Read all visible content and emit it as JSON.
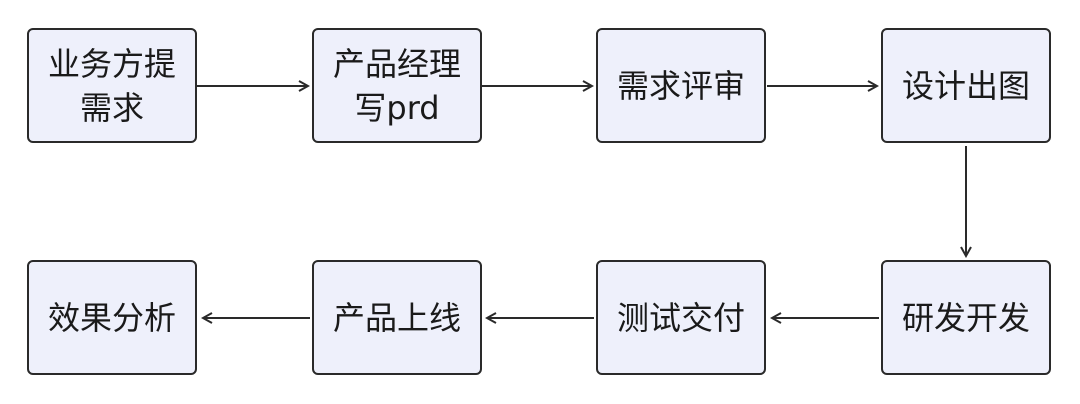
{
  "nodes": [
    {
      "id": "n1",
      "label": "业务方提需求"
    },
    {
      "id": "n2",
      "label": "产品经理写prd"
    },
    {
      "id": "n3",
      "label": "需求评审"
    },
    {
      "id": "n4",
      "label": "设计出图"
    },
    {
      "id": "n5",
      "label": "研发开发"
    },
    {
      "id": "n6",
      "label": "测试交付"
    },
    {
      "id": "n7",
      "label": "产品上线"
    },
    {
      "id": "n8",
      "label": "效果分析"
    }
  ],
  "edges": [
    {
      "from": "n1",
      "to": "n2"
    },
    {
      "from": "n2",
      "to": "n3"
    },
    {
      "from": "n3",
      "to": "n4"
    },
    {
      "from": "n4",
      "to": "n5"
    },
    {
      "from": "n5",
      "to": "n6"
    },
    {
      "from": "n6",
      "to": "n7"
    },
    {
      "from": "n7",
      "to": "n8"
    }
  ],
  "colors": {
    "node_fill": "#eef0fb",
    "stroke": "#2a2a2a"
  }
}
